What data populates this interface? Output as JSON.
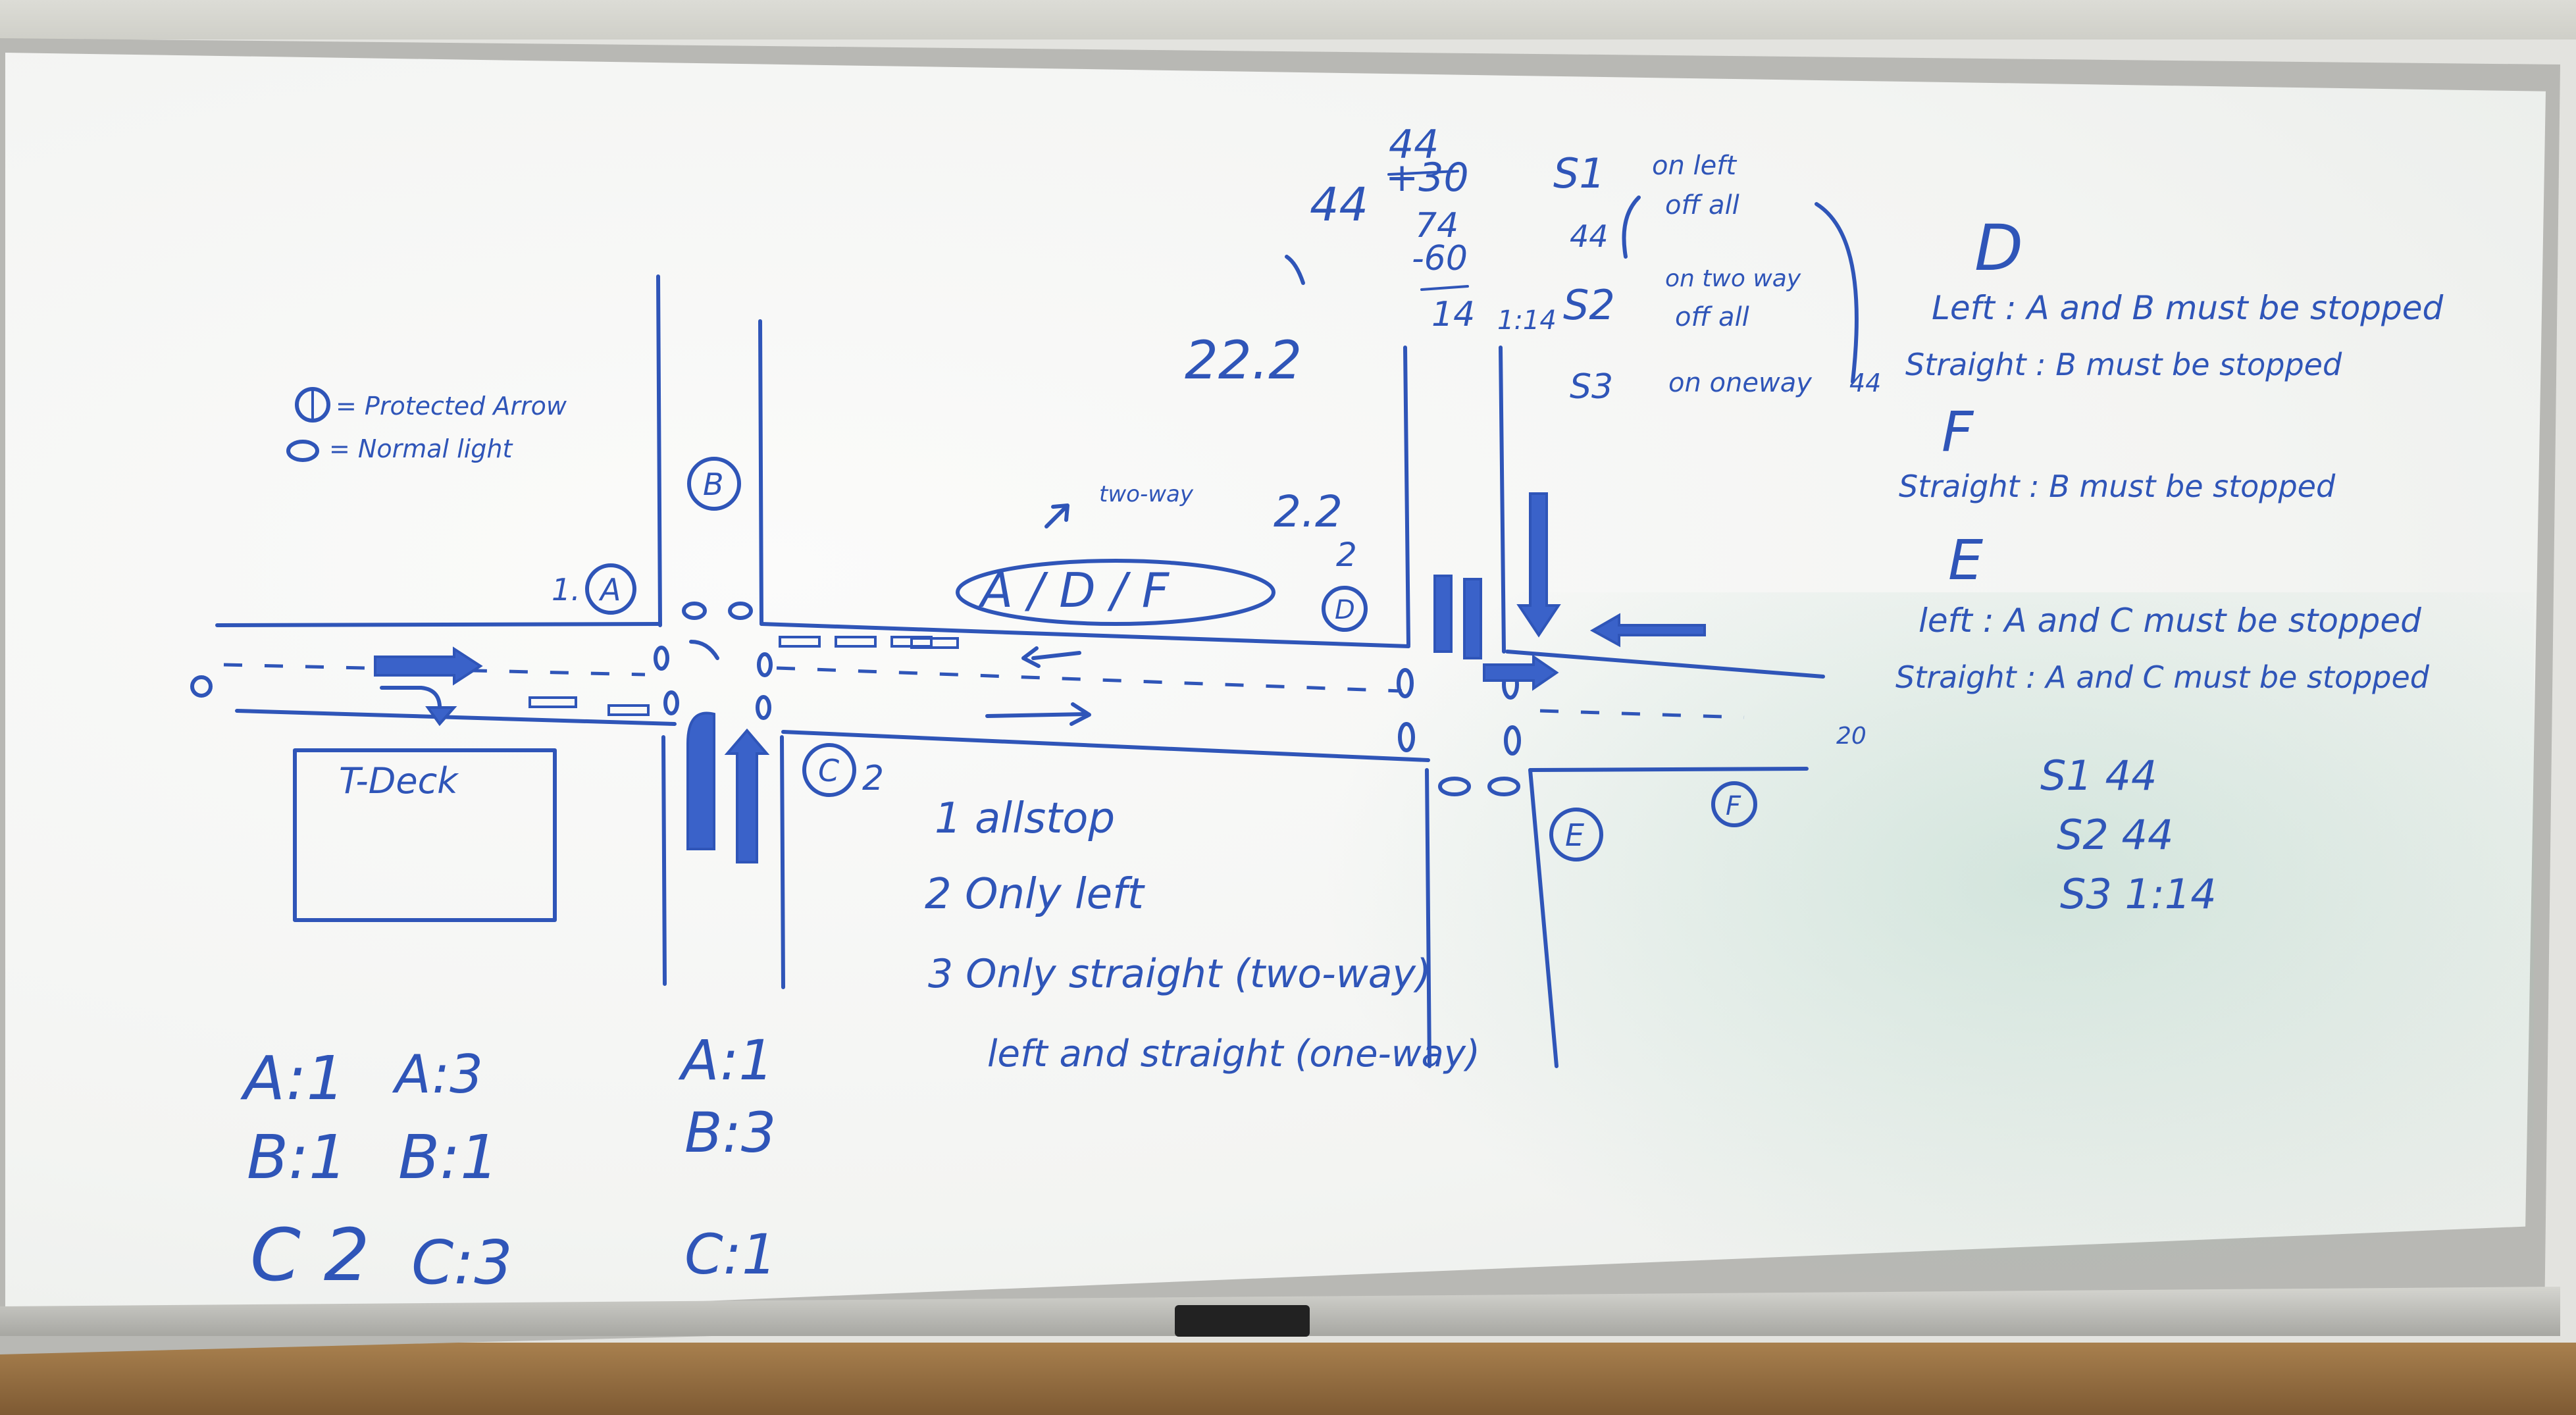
{
  "legend": {
    "protected": "= Protected Arrow",
    "normal": "= Normal light"
  },
  "labels": {
    "B": "B",
    "A": "A",
    "A_prefix": "1.",
    "C": "C",
    "C_suffix": "2",
    "D": "D",
    "D_above": "2",
    "E": "E",
    "F": "F",
    "t_deck": "T-Deck",
    "adf": "A / D / F",
    "two_way": "two-way",
    "two_way_num": "2.2",
    "num_20": "20"
  },
  "math": {
    "line1": "44",
    "line2": "+30",
    "line3": "74",
    "line4": "-60",
    "line5": "14",
    "side44": "44",
    "side22": "22.2",
    "hw_44": "44",
    "hw_114": "1:14",
    "right_44": "44"
  },
  "states": {
    "s1": "S1",
    "s1_desc1": "on left",
    "s1_desc2": "off all",
    "s2": "S2",
    "s2_desc1": "on two way",
    "s2_desc2": "off all",
    "s3": "S3",
    "s3_desc": "on oneway"
  },
  "modes": {
    "m1": "1 allstop",
    "m2": "2 Only left",
    "m3": "3 Only straight (two-way)",
    "m3b": "left and straight (one-way)"
  },
  "rules": {
    "d_title": "D",
    "d_left": "Left : A and B must be stopped",
    "d_straight": "Straight : B must be stopped",
    "f_title": "F",
    "f_straight": "Straight : B must be stopped",
    "e_title": "E",
    "e_left": "left : A and C must be stopped",
    "e_straight": "Straight : A and C must be stopped"
  },
  "timing": {
    "s1": "S1  44",
    "s2": "S2  44",
    "s3": "S3  1:14"
  },
  "table": {
    "col1": [
      "A:1",
      "B:1",
      "C 2"
    ],
    "col2": [
      "A:3",
      "B:1",
      "C:3"
    ],
    "col3": [
      "A:1",
      "B:3",
      "C:1"
    ]
  },
  "colors": {
    "ink": "#2f55b8",
    "board": "#f7f8f6",
    "frame": "#b8b8b4"
  }
}
